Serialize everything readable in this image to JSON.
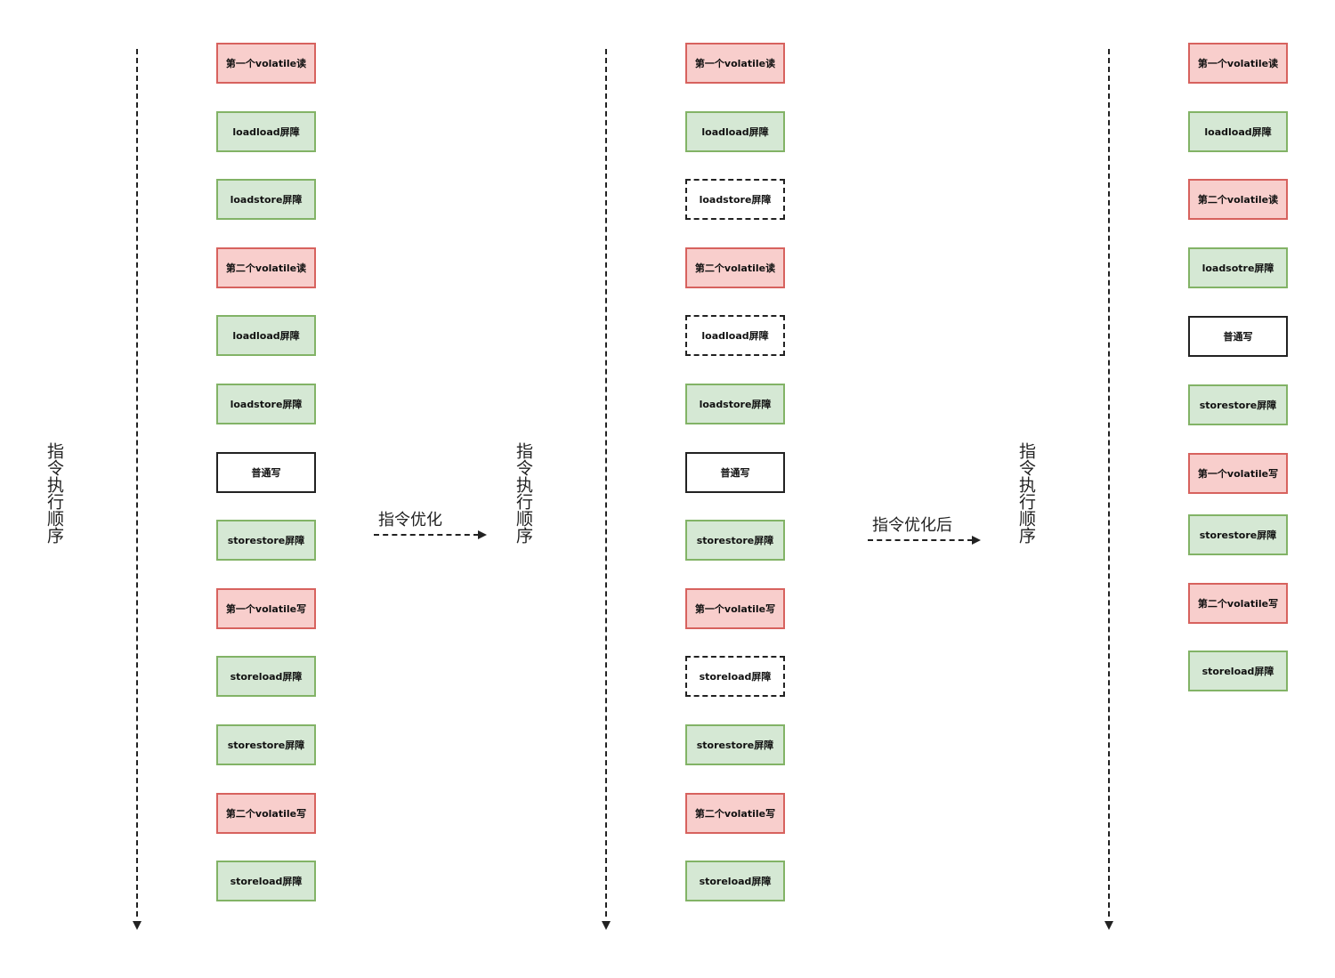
{
  "panels": [
    {
      "order_label": "指令执行顺序",
      "items": [
        {
          "label": "第一个volatile读",
          "style": "red"
        },
        {
          "label": "loadload屏障",
          "style": "green"
        },
        {
          "label": "loadstore屏障",
          "style": "green"
        },
        {
          "label": "第二个volatile读",
          "style": "red"
        },
        {
          "label": "loadload屏障",
          "style": "green"
        },
        {
          "label": "loadstore屏障",
          "style": "green"
        },
        {
          "label": "普通写",
          "style": "plain"
        },
        {
          "label": "storestore屏障",
          "style": "green"
        },
        {
          "label": "第一个volatile写",
          "style": "red"
        },
        {
          "label": "storeload屏障",
          "style": "green"
        },
        {
          "label": "storestore屏障",
          "style": "green"
        },
        {
          "label": "第二个volatile写",
          "style": "red"
        },
        {
          "label": "storeload屏障",
          "style": "green"
        }
      ]
    },
    {
      "order_label": "指令执行顺序",
      "items": [
        {
          "label": "第一个volatile读",
          "style": "red"
        },
        {
          "label": "loadload屏障",
          "style": "green"
        },
        {
          "label": "loadstore屏障",
          "style": "dashed"
        },
        {
          "label": "第二个volatile读",
          "style": "red"
        },
        {
          "label": "loadload屏障",
          "style": "dashed"
        },
        {
          "label": "loadstore屏障",
          "style": "green"
        },
        {
          "label": "普通写",
          "style": "plain"
        },
        {
          "label": "storestore屏障",
          "style": "green"
        },
        {
          "label": "第一个volatile写",
          "style": "red"
        },
        {
          "label": "storeload屏障",
          "style": "dashed"
        },
        {
          "label": "storestore屏障",
          "style": "green"
        },
        {
          "label": "第二个volatile写",
          "style": "red"
        },
        {
          "label": "storeload屏障",
          "style": "green"
        }
      ]
    },
    {
      "order_label": "指令执行顺序",
      "items": [
        {
          "label": "第一个volatile读",
          "style": "red"
        },
        {
          "label": "loadload屏障",
          "style": "green"
        },
        {
          "label": "第二个volatile读",
          "style": "red"
        },
        {
          "label": "loadsotre屏障",
          "style": "green"
        },
        {
          "label": "普通写",
          "style": "plain"
        },
        {
          "label": "storestore屏障",
          "style": "green"
        },
        {
          "label": "第一个volatile写",
          "style": "red"
        },
        {
          "label": "storestore屏障",
          "style": "green"
        },
        {
          "label": "第二个volatile写",
          "style": "red"
        },
        {
          "label": "storeload屏障",
          "style": "green"
        }
      ]
    }
  ],
  "arrows": [
    {
      "label": "指令优化"
    },
    {
      "label": "指令优化后"
    }
  ],
  "colors": {
    "red_fill": "#f8cecc",
    "red_border": "#d7625e",
    "green_fill": "#d5e8d4",
    "green_border": "#82b366",
    "line": "#222222"
  }
}
